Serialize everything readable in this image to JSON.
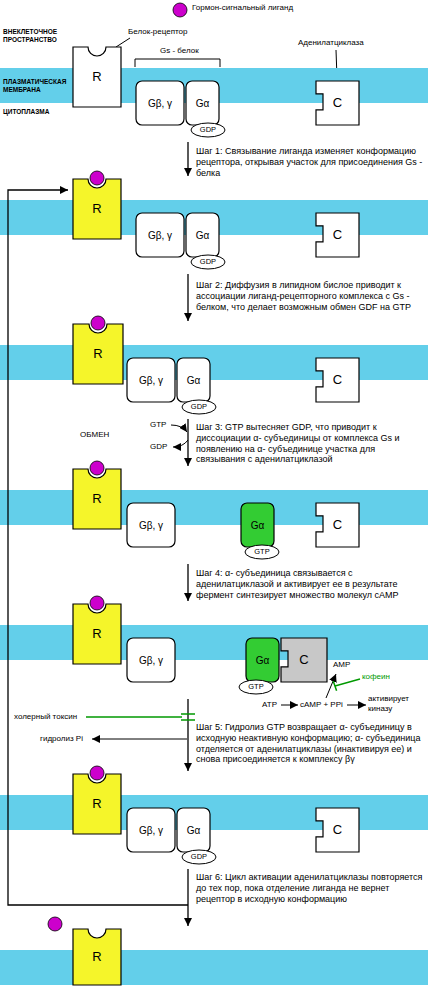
{
  "diagram": {
    "nodes": [
      {
        "text": [
          "ПЛАЗМАТИЧЕСКАЯ МЕМБРАНА"
        ]
      },
      {
        "text": [
          "R"
        ]
      },
      {
        "text": [
          "Gβ, γ"
        ]
      },
      {
        "text": [
          "Gα"
        ]
      },
      {
        "text": [
          "GDP"
        ]
      },
      {
        "text": [
          "C"
        ]
      },
      {
        "text": [
          "R"
        ]
      },
      {
        "text": [
          "Gβ, γ"
        ]
      },
      {
        "text": [
          "Gα"
        ]
      },
      {
        "text": [
          "GDP"
        ]
      },
      {
        "text": [
          "C"
        ]
      },
      {
        "text": [
          "R"
        ]
      },
      {
        "text": [
          "Gβ, γ"
        ]
      },
      {
        "text": [
          "Gα"
        ]
      },
      {
        "text": [
          "GDP"
        ]
      },
      {
        "text": [
          "C"
        ]
      },
      {
        "text": [
          "R"
        ]
      },
      {
        "text": [
          "Gβ, γ"
        ]
      },
      {
        "text": [
          "Gα"
        ]
      },
      {
        "text": [
          "GTP"
        ]
      },
      {
        "text": [
          "C"
        ]
      },
      {
        "text": [
          "R"
        ]
      },
      {
        "text": [
          "Gβ, γ"
        ]
      },
      {
        "text": [
          "Gα"
        ]
      },
      {
        "text": [
          "GTP"
        ]
      },
      {
        "text": [
          "C"
        ]
      },
      {
        "text": [
          "R"
        ]
      },
      {
        "text": [
          "Gβ, γ"
        ]
      },
      {
        "text": [
          "Gα"
        ]
      },
      {
        "text": [
          "GDP"
        ]
      },
      {
        "text": [
          "C"
        ]
      },
      {
        "text": [
          "R"
        ]
      }
    ],
    "labels": [
      "Гормон-сигнальный лиганд",
      "ВНЕКЛЕТОЧНОЕ ПРОСТРАНСТВО",
      "Белок-рецептор",
      "Gs - белок",
      "Аденилатциклаза",
      "ЦИТОПЛАЗМА",
      "Шаг 1: Связывание лиганда изменяет конформацию рецептора, открывая участок для присоединения Gs - белка",
      "Шаг 2: Диффузия в липидном бислое приводит к ассоциации лиганд-рецепторного комплекса с Gs - белком, что делает возможным обмен GDF на GTP",
      "ОБМЕН",
      "GTP",
      "GDP",
      "Шаг 3: GTP вытесняет GDP, что приводит к диссоциации α- субъединицы от комплекса Gs и появлению на α- субъединице участка для связывания с аденилатциклазой",
      "Шаг 4: α- субъединица связывается с аденилатциклазой и активирует ее в результате фермент синтезирует множество молекул cAMP",
      "кофеин",
      "AMP",
      "активирует киназу",
      "ATP",
      "cAMP + PPi",
      "холерный токсин",
      "гидролиз Pi",
      "Шаг 5: Гидролиз GTP возвращает α- субъединицу в исходную неактивную конформацию; α- субъединица отделяется от аденилатциклазы (инактивируя ее) и снова присоединяется к комплексу βγ",
      "Шаг 6: Цикл активации аденилатциклазы повторяется до тех пор, пока отделение лиганда не вернет рецептор в исходную конформацию"
    ]
  }
}
